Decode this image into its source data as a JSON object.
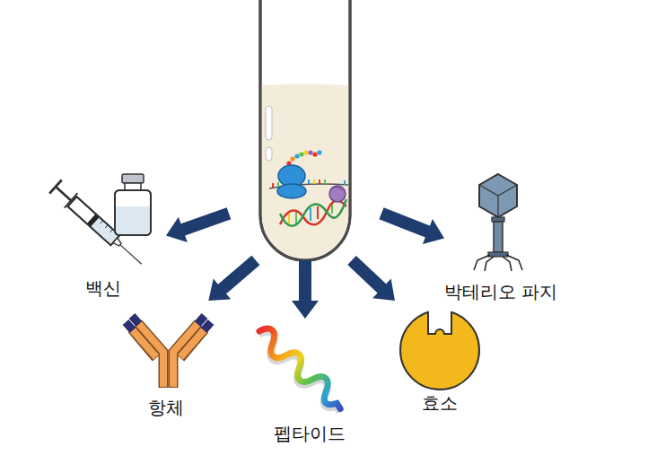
{
  "diagram": {
    "nodes": [
      {
        "text": []
      },
      {
        "text": [
          "백신"
        ]
      },
      {
        "text": [
          "박테리오 파지"
        ]
      },
      {
        "text": [
          "항체"
        ]
      },
      {
        "text": [
          "펩타이드"
        ]
      },
      {
        "text": [
          "효소"
        ]
      }
    ],
    "edges": [
      {
        "from": 0,
        "to": 1,
        "arrow": "to"
      },
      {
        "from": 0,
        "to": 2,
        "arrow": "to"
      },
      {
        "from": 0,
        "to": 3,
        "arrow": "to"
      },
      {
        "from": 0,
        "to": 4,
        "arrow": "to"
      },
      {
        "from": 0,
        "to": 5,
        "arrow": "to"
      }
    ]
  }
}
